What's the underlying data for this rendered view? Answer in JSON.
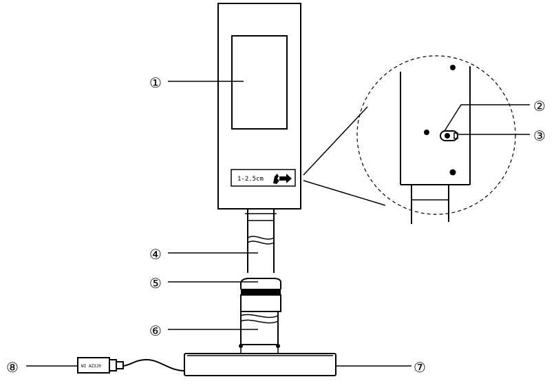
{
  "callouts": {
    "c1": "①",
    "c2": "②",
    "c3": "③",
    "c4": "④",
    "c5": "⑤",
    "c6": "⑥",
    "c7": "⑦",
    "c8": "⑧"
  },
  "sticker": {
    "text": "1-2.5cm"
  },
  "plug": {
    "label": "WI AZ3J0"
  }
}
